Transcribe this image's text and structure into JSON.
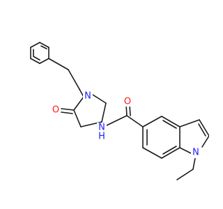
{
  "structure": {
    "atoms": [
      {
        "symbol": "O",
        "color": "#ff1a1a"
      },
      {
        "symbol": "N",
        "color": "#2020ff"
      },
      {
        "symbol": "N",
        "color": "#2020ff"
      },
      {
        "symbol": "H",
        "color": "#2020ff"
      },
      {
        "symbol": "O",
        "color": "#ff1a1a"
      },
      {
        "symbol": "N",
        "color": "#2020ff"
      }
    ],
    "bond_color": "#1a1a1a"
  }
}
